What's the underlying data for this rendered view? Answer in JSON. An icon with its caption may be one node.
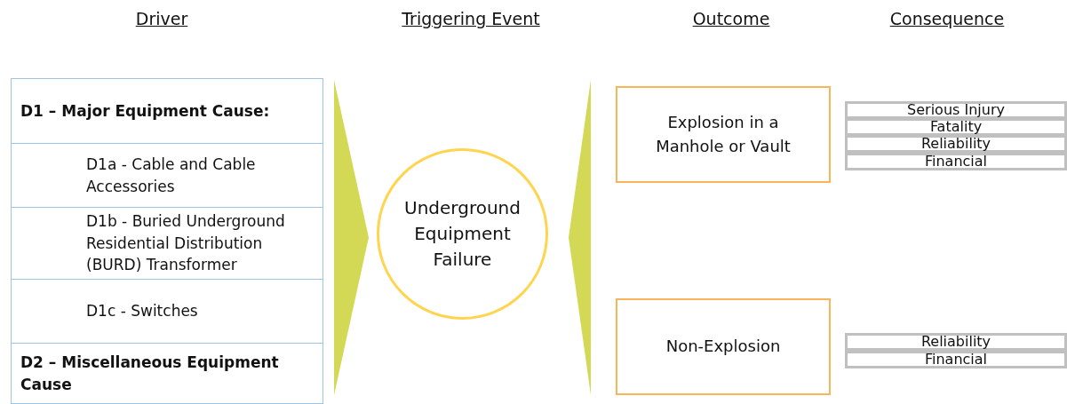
{
  "diagram": {
    "nodes": [
      {
        "text": [],
        "shape": "box"
      },
      {
        "text": [
          "D1 – Major Equipment Cause:"
        ],
        "in": 0
      },
      {
        "text": [
          "D1a - Cable and Cable Accessories"
        ],
        "in": 0
      },
      {
        "text": [
          "D1b - Buried Underground Residential  Distribution (BURD) Transformer"
        ],
        "in": 0
      },
      {
        "text": [
          "D1c - Switches"
        ],
        "in": 0
      },
      {
        "text": [
          "D2 – Miscellaneous Equipment Cause"
        ],
        "in": 0
      },
      {
        "text": [],
        "shape": "triangle"
      },
      {
        "text": [
          "Underground Equipment Failure"
        ]
      },
      {
        "text": [],
        "shape": "triangle"
      },
      {
        "text": [
          "Explosion in a Manhole or Vault"
        ]
      },
      {
        "text": [
          "Non-Explosion"
        ]
      },
      {
        "text": [
          "Serious Injury"
        ]
      },
      {
        "text": [
          "Fatality"
        ]
      },
      {
        "text": [
          "Reliability"
        ]
      },
      {
        "text": [
          "Financial"
        ]
      },
      {
        "text": [
          "Reliability"
        ]
      },
      {
        "text": [
          "Financial"
        ]
      }
    ],
    "labels": [
      "Driver",
      "Triggering Event",
      "Outcome",
      "Consequence"
    ]
  }
}
